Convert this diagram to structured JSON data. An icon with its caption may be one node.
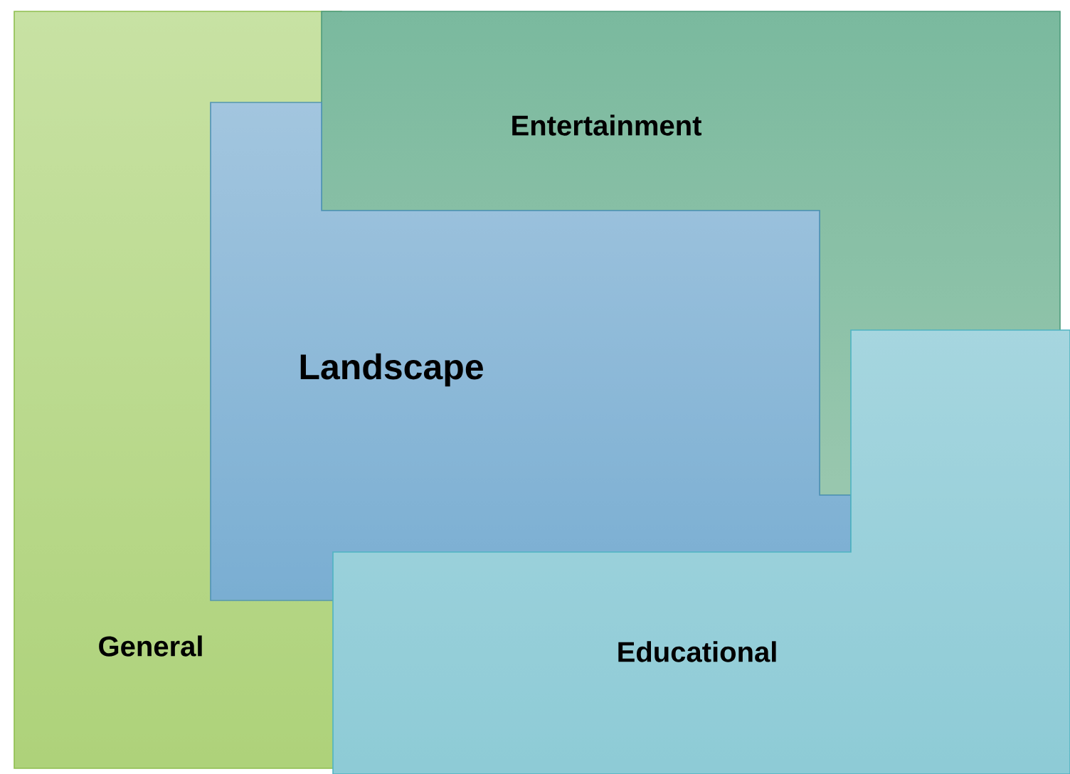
{
  "diagram": {
    "nodes": [
      {
        "text": [
          "Entertainment"
        ]
      },
      {
        "text": [
          "Landscape"
        ]
      },
      {
        "text": [
          "General"
        ]
      },
      {
        "text": [
          "Educational"
        ]
      }
    ]
  }
}
